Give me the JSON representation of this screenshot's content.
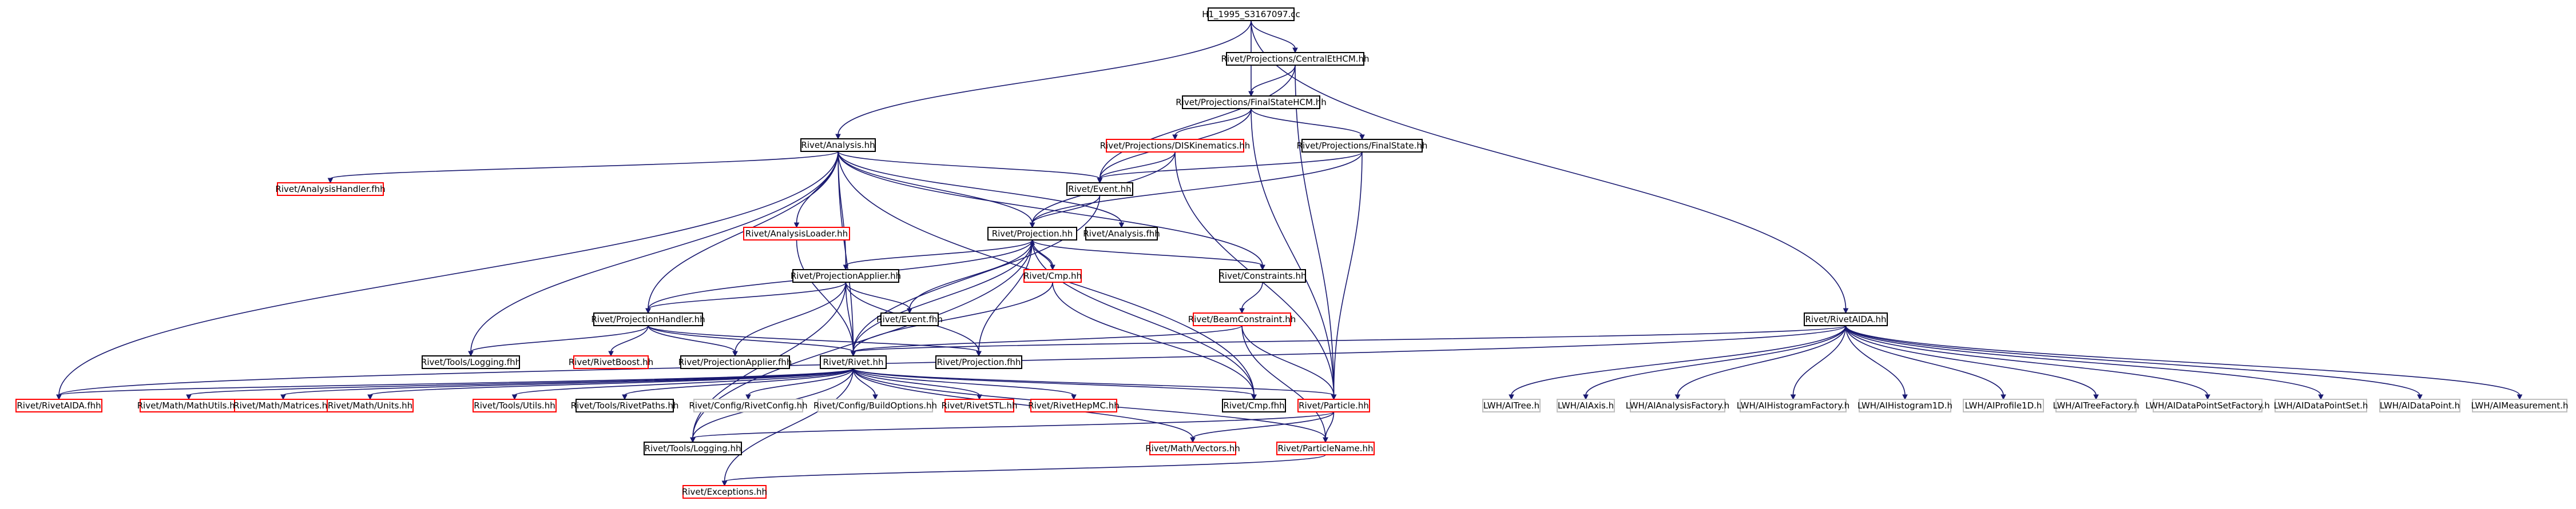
{
  "colors": {
    "edge": "#191970",
    "border_black": "#000000",
    "border_red": "#ff0000",
    "border_grey": "#bfbfbf",
    "root_fill": "#bfbfbf",
    "text": "#000000"
  },
  "nodes": [
    {
      "id": "root",
      "label": "H1_1995_S3167097.cc",
      "border": "black",
      "fill": "root"
    },
    {
      "id": "centraletcm",
      "label": "Rivet/Projections/CentralEtHCM.hh",
      "border": "black"
    },
    {
      "id": "finalstatehcm",
      "label": "Rivet/Projections/FinalStateHCM.hh",
      "border": "black"
    },
    {
      "id": "analysis",
      "label": "Rivet/Analysis.hh",
      "border": "black"
    },
    {
      "id": "diskinematics",
      "label": "Rivet/Projections/DISKinematics.hh",
      "border": "red"
    },
    {
      "id": "finalstate",
      "label": "Rivet/Projections/FinalState.hh",
      "border": "black"
    },
    {
      "id": "analysishandler",
      "label": "Rivet/AnalysisHandler.fhh",
      "border": "red"
    },
    {
      "id": "event",
      "label": "Rivet/Event.hh",
      "border": "black"
    },
    {
      "id": "analysisloader",
      "label": "Rivet/AnalysisLoader.hh",
      "border": "red"
    },
    {
      "id": "projection",
      "label": "Rivet/Projection.hh",
      "border": "black"
    },
    {
      "id": "analysisfhh",
      "label": "Rivet/Analysis.fhh",
      "border": "black"
    },
    {
      "id": "cmp",
      "label": "Rivet/Cmp.hh",
      "border": "red"
    },
    {
      "id": "projectionapplier",
      "label": "Rivet/ProjectionApplier.hh",
      "border": "black"
    },
    {
      "id": "constraints",
      "label": "Rivet/Constraints.hh",
      "border": "black"
    },
    {
      "id": "beamconstraint",
      "label": "Rivet/BeamConstraint.hh",
      "border": "red"
    },
    {
      "id": "projectionhandler",
      "label": "Rivet/ProjectionHandler.hh",
      "border": "black"
    },
    {
      "id": "eventfhh",
      "label": "Rivet/Event.fhh",
      "border": "black"
    },
    {
      "id": "loggingfhh",
      "label": "Rivet/Tools/Logging.fhh",
      "border": "black"
    },
    {
      "id": "rivetboost",
      "label": "Rivet/RivetBoost.hh",
      "border": "red"
    },
    {
      "id": "projectionapplierfhh",
      "label": "Rivet/ProjectionApplier.fhh",
      "border": "black"
    },
    {
      "id": "rivethh",
      "label": "Rivet/Rivet.hh",
      "border": "black"
    },
    {
      "id": "projectionfhh",
      "label": "Rivet/Projection.fhh",
      "border": "black"
    },
    {
      "id": "rivetaida",
      "label": "Rivet/RivetAIDA.hh",
      "border": "black"
    },
    {
      "id": "rivetaidafhh",
      "label": "Rivet/RivetAIDA.fhh",
      "border": "red"
    },
    {
      "id": "mathutils",
      "label": "Rivet/Math/MathUtils.hh",
      "border": "red"
    },
    {
      "id": "matrices",
      "label": "Rivet/Math/Matrices.hh",
      "border": "red"
    },
    {
      "id": "units",
      "label": "Rivet/Math/Units.hh",
      "border": "red"
    },
    {
      "id": "toolsutils",
      "label": "Rivet/Tools/Utils.hh",
      "border": "red"
    },
    {
      "id": "rivetpaths",
      "label": "Rivet/Tools/RivetPaths.hh",
      "border": "black"
    },
    {
      "id": "rivetconfig",
      "label": "Rivet/Config/RivetConfig.hh",
      "border": "grey"
    },
    {
      "id": "buildoptions",
      "label": "Rivet/Config/BuildOptions.hh",
      "border": "grey"
    },
    {
      "id": "rivetstl",
      "label": "Rivet/RivetSTL.hh",
      "border": "red"
    },
    {
      "id": "rivethepmc",
      "label": "Rivet/RivetHepMC.hh",
      "border": "red"
    },
    {
      "id": "cmpfhh",
      "label": "Rivet/Cmp.fhh",
      "border": "black"
    },
    {
      "id": "particle",
      "label": "Rivet/Particle.hh",
      "border": "red"
    },
    {
      "id": "vectors",
      "label": "Rivet/Math/Vectors.hh",
      "border": "red"
    },
    {
      "id": "particlename",
      "label": "Rivet/ParticleName.hh",
      "border": "red"
    },
    {
      "id": "logginghh",
      "label": "Rivet/Tools/Logging.hh",
      "border": "black"
    },
    {
      "id": "exceptions",
      "label": "Rivet/Exceptions.hh",
      "border": "red"
    },
    {
      "id": "itree",
      "label": "LWH/AITree.h",
      "border": "grey"
    },
    {
      "id": "iaxis",
      "label": "LWH/AIAxis.h",
      "border": "grey"
    },
    {
      "id": "ianalysisfactory",
      "label": "LWH/AIAnalysisFactory.h",
      "border": "grey"
    },
    {
      "id": "ihistogramfactory",
      "label": "LWH/AIHistogramFactory.h",
      "border": "grey"
    },
    {
      "id": "ihistogram1d",
      "label": "LWH/AIHistogram1D.h",
      "border": "grey"
    },
    {
      "id": "iprofile1d",
      "label": "LWH/AIProfile1D.h",
      "border": "grey"
    },
    {
      "id": "itreefactory",
      "label": "LWH/AITreeFactory.h",
      "border": "grey"
    },
    {
      "id": "idatapointsetfactory",
      "label": "LWH/AIDataPointSetFactory.h",
      "border": "grey"
    },
    {
      "id": "idatapointset",
      "label": "LWH/AIDataPointSet.h",
      "border": "grey"
    },
    {
      "id": "idatapoint",
      "label": "LWH/AIDataPoint.h",
      "border": "grey"
    },
    {
      "id": "imeasurement",
      "label": "LWH/AIMeasurement.h",
      "border": "grey"
    }
  ],
  "edges": [
    [
      "root",
      "centraletcm"
    ],
    [
      "root",
      "finalstatehcm"
    ],
    [
      "root",
      "analysis"
    ],
    [
      "root",
      "rivetaida"
    ],
    [
      "centraletcm",
      "finalstatehcm"
    ],
    [
      "centraletcm",
      "event"
    ],
    [
      "centraletcm",
      "particle"
    ],
    [
      "finalstatehcm",
      "diskinematics"
    ],
    [
      "finalstatehcm",
      "finalstate"
    ],
    [
      "finalstatehcm",
      "event"
    ],
    [
      "finalstatehcm",
      "particle"
    ],
    [
      "diskinematics",
      "event"
    ],
    [
      "diskinematics",
      "projection"
    ],
    [
      "diskinematics",
      "particle"
    ],
    [
      "finalstate",
      "event"
    ],
    [
      "finalstate",
      "projection"
    ],
    [
      "finalstate",
      "particle"
    ],
    [
      "analysis",
      "analysishandler"
    ],
    [
      "analysis",
      "event"
    ],
    [
      "analysis",
      "analysisloader"
    ],
    [
      "analysis",
      "projection"
    ],
    [
      "analysis",
      "analysisfhh"
    ],
    [
      "analysis",
      "projectionapplier"
    ],
    [
      "analysis",
      "constraints"
    ],
    [
      "analysis",
      "projectionhandler"
    ],
    [
      "analysis",
      "loggingfhh"
    ],
    [
      "analysis",
      "rivethh"
    ],
    [
      "analysis",
      "rivetaidafhh"
    ],
    [
      "analysis",
      "cmpfhh"
    ],
    [
      "event",
      "projection"
    ],
    [
      "event",
      "rivethh"
    ],
    [
      "analysisloader",
      "rivethh"
    ],
    [
      "projection",
      "cmp"
    ],
    [
      "projection",
      "projectionapplier"
    ],
    [
      "projection",
      "constraints"
    ],
    [
      "projection",
      "projectionhandler"
    ],
    [
      "projection",
      "eventfhh"
    ],
    [
      "projection",
      "rivethh"
    ],
    [
      "projection",
      "projectionfhh"
    ],
    [
      "projection",
      "cmpfhh"
    ],
    [
      "projection",
      "logginghh"
    ],
    [
      "cmp",
      "projection"
    ],
    [
      "cmp",
      "rivethh"
    ],
    [
      "cmp",
      "cmpfhh"
    ],
    [
      "projectionapplier",
      "projectionhandler"
    ],
    [
      "projectionapplier",
      "eventfhh"
    ],
    [
      "projectionapplier",
      "projectionapplierfhh"
    ],
    [
      "projectionapplier",
      "rivethh"
    ],
    [
      "projectionapplier",
      "projectionfhh"
    ],
    [
      "projectionapplier",
      "logginghh"
    ],
    [
      "constraints",
      "beamconstraint"
    ],
    [
      "beamconstraint",
      "rivethh"
    ],
    [
      "beamconstraint",
      "particle"
    ],
    [
      "beamconstraint",
      "particlename"
    ],
    [
      "projectionhandler",
      "loggingfhh"
    ],
    [
      "projectionhandler",
      "rivetboost"
    ],
    [
      "projectionhandler",
      "projectionapplierfhh"
    ],
    [
      "projectionhandler",
      "rivethh"
    ],
    [
      "projectionhandler",
      "projectionfhh"
    ],
    [
      "rivethh",
      "rivetaidafhh"
    ],
    [
      "rivethh",
      "mathutils"
    ],
    [
      "rivethh",
      "matrices"
    ],
    [
      "rivethh",
      "units"
    ],
    [
      "rivethh",
      "toolsutils"
    ],
    [
      "rivethh",
      "rivetpaths"
    ],
    [
      "rivethh",
      "rivetconfig"
    ],
    [
      "rivethh",
      "buildoptions"
    ],
    [
      "rivethh",
      "rivetstl"
    ],
    [
      "rivethh",
      "rivethepmc"
    ],
    [
      "rivethh",
      "cmpfhh"
    ],
    [
      "rivethh",
      "particle"
    ],
    [
      "rivethh",
      "vectors"
    ],
    [
      "rivethh",
      "particlename"
    ],
    [
      "rivethh",
      "logginghh"
    ],
    [
      "rivethh",
      "exceptions"
    ],
    [
      "particle",
      "particlename"
    ],
    [
      "particle",
      "vectors"
    ],
    [
      "particle",
      "logginghh"
    ],
    [
      "particlename",
      "exceptions"
    ],
    [
      "rivetaida",
      "rivethh"
    ],
    [
      "rivetaida",
      "rivetaidafhh"
    ],
    [
      "rivetaida",
      "itree"
    ],
    [
      "rivetaida",
      "iaxis"
    ],
    [
      "rivetaida",
      "ianalysisfactory"
    ],
    [
      "rivetaida",
      "ihistogramfactory"
    ],
    [
      "rivetaida",
      "ihistogram1d"
    ],
    [
      "rivetaida",
      "iprofile1d"
    ],
    [
      "rivetaida",
      "itreefactory"
    ],
    [
      "rivetaida",
      "idatapointsetfactory"
    ],
    [
      "rivetaida",
      "idatapointset"
    ],
    [
      "rivetaida",
      "idatapoint"
    ],
    [
      "rivetaida",
      "imeasurement"
    ]
  ]
}
